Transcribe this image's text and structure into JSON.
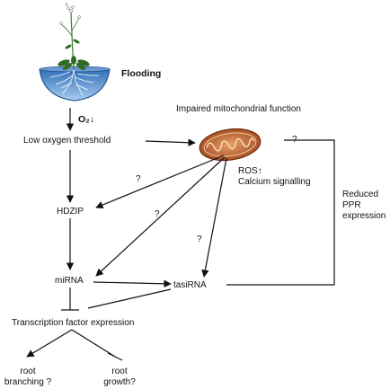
{
  "labels": {
    "flooding": "Flooding",
    "o2": "O₂↓",
    "low_oxygen": "Low oxygen threshold",
    "impaired_mito": "Impaired mitochondrial function",
    "ros": "ROS↑",
    "calcium": "Calcium signalling",
    "reduced_ppr": "Reduced\nPPR\nexpression",
    "hdzip": "HDZIP",
    "mirna": "miRNA",
    "tasirna": "tasiRNA",
    "tf_expression": "Transcription factor expression",
    "root_branching": "root\nbranching ?",
    "root_growth": "root\ngrowth?",
    "q_mito": "?",
    "q_hdzip": "?",
    "q_mirna": "?",
    "q_tasirna": "?"
  },
  "icons": {
    "plant": "plant-in-waterlogged-soil-icon",
    "mitochondrion": "mitochondrion-icon"
  },
  "colors": {
    "water": "#3f7fc6",
    "mito_outer": "#a0471a",
    "mito_inner": "#d98a52",
    "line": "#111111"
  }
}
